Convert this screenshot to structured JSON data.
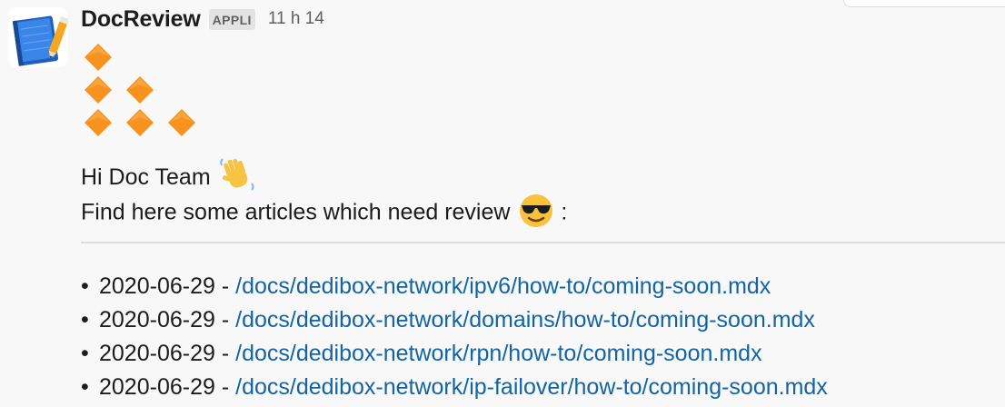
{
  "message": {
    "sender": "DocReview",
    "app_badge": "APPLI",
    "timestamp": "11 h 14",
    "greeting": "Hi Doc Team",
    "intro": "Find here some articles which need review",
    "intro_suffix": ":",
    "emojis": {
      "diamond": "large-orange-diamond-icon",
      "wave": "waving-hand-icon",
      "sunglasses": "smiling-face-with-sunglasses-icon"
    },
    "items": [
      {
        "date": "2020-06-29",
        "separator": "-",
        "path": "/docs/dedibox-network/ipv6/how-to/coming-soon.mdx"
      },
      {
        "date": "2020-06-29",
        "separator": "-",
        "path": "/docs/dedibox-network/domains/how-to/coming-soon.mdx"
      },
      {
        "date": "2020-06-29",
        "separator": "-",
        "path": "/docs/dedibox-network/rpn/how-to/coming-soon.mdx"
      },
      {
        "date": "2020-06-29",
        "separator": "-",
        "path": "/docs/dedibox-network/ip-failover/how-to/coming-soon.mdx"
      }
    ]
  },
  "colors": {
    "background": "#f8f8f8",
    "link": "#1264a3",
    "text": "#1d1c1d",
    "muted": "#616061",
    "diamond": "#f7921e"
  }
}
